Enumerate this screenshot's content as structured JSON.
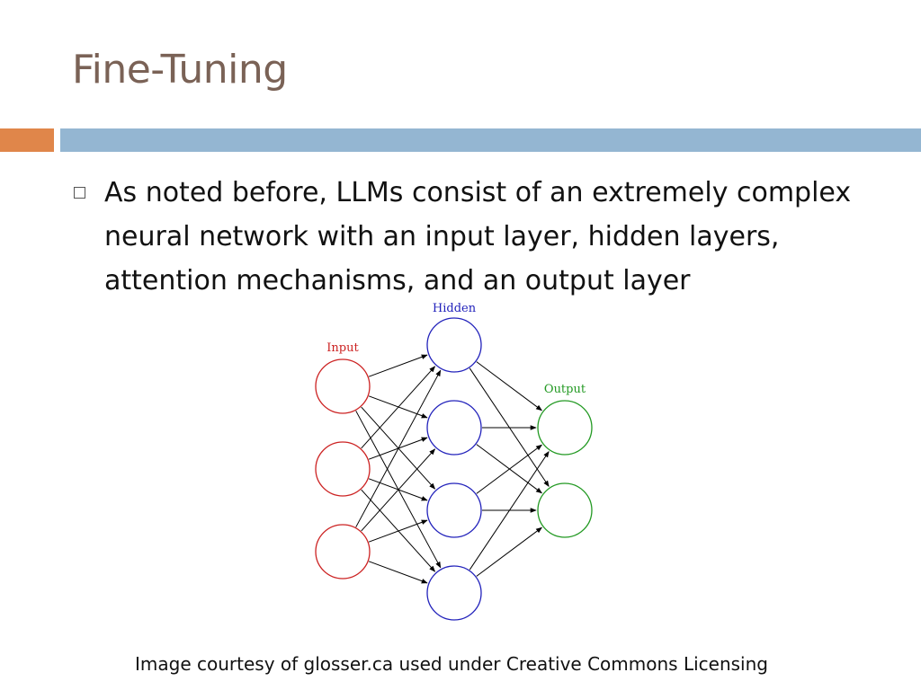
{
  "slide": {
    "title": "Fine-Tuning",
    "bullet": "As noted before, LLMs consist of an extremely complex neural network with an input layer, hidden layers, attention mechanisms, and an output layer",
    "caption": "Image courtesy of glosser.ca used under Creative Commons Licensing"
  },
  "diagram": {
    "labels": {
      "input": "Input",
      "hidden": "Hidden",
      "output": "Output"
    },
    "layers": [
      {
        "name": "input",
        "count": 3,
        "color": "#cc2222"
      },
      {
        "name": "hidden",
        "count": 4,
        "color": "#2222bb"
      },
      {
        "name": "output",
        "count": 2,
        "color": "#229922"
      }
    ]
  },
  "colors": {
    "title": "#7a6256",
    "accent_bar": "#e0864a",
    "main_bar": "#94b6d2"
  }
}
